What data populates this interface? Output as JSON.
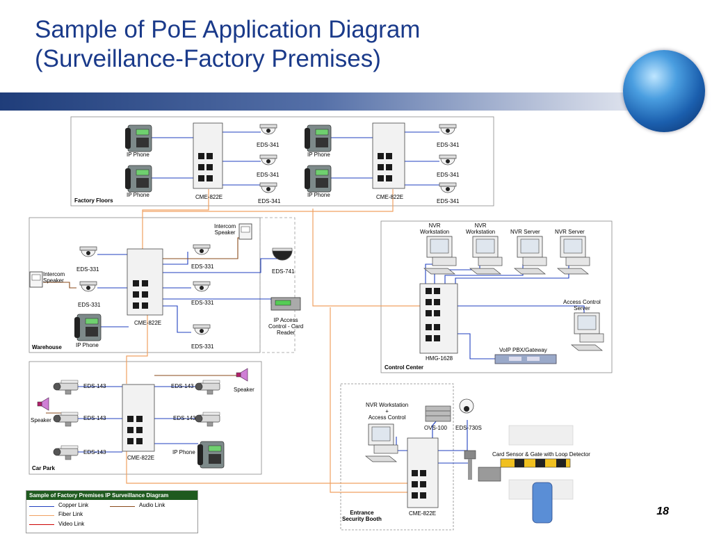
{
  "slide": {
    "title_line1": "Sample of PoE Application Diagram",
    "title_line2": "(Surveillance-Factory Premises)",
    "page_number": "18"
  },
  "zones": {
    "factory": "Factory Floors",
    "warehouse": "Warehouse",
    "carpark": "Car Park",
    "control": "Control Center",
    "entrance_line1": "Entrance",
    "entrance_line2": "Security Booth"
  },
  "labels": {
    "ip_phone": "IP Phone",
    "cme": "CME-822E",
    "eds341": "EDS-341",
    "eds331": "EDS-331",
    "eds143": "EDS-143",
    "eds741": "EDS-741",
    "eds730s": "EDS-730S",
    "intercom_line1": "Intercom",
    "intercom_line2": "Speaker",
    "speaker": "Speaker",
    "ip_access_line1": "IP Access",
    "ip_access_line2": "Control - Card",
    "ip_access_line3": "Reader",
    "nvr_ws_line1": "NVR",
    "nvr_ws_line2": "Workstation",
    "nvr_server": "NVR Server",
    "access_server_line1": "Access Control",
    "access_server_line2": "Server",
    "voip": "VoIP PBX/Gateway",
    "hmg": "HMG-1628",
    "nvr_access_line1": "NVR Workstation",
    "nvr_access_line2": "+",
    "nvr_access_line3": "Access Control",
    "ovs": "OVS-100",
    "card_sensor": "Card Sensor & Gate with Loop Detector"
  },
  "legend": {
    "title": "Sample of Factory Premises IP Surveillance Diagram",
    "copper": "Copper Link",
    "fiber": "Fiber Link",
    "video": "Video Link",
    "audio": "Audio Link",
    "colors": {
      "copper": "#1f3fbf",
      "fiber": "#f0a060",
      "video": "#cc0000",
      "audio": "#8a4a1a"
    }
  }
}
